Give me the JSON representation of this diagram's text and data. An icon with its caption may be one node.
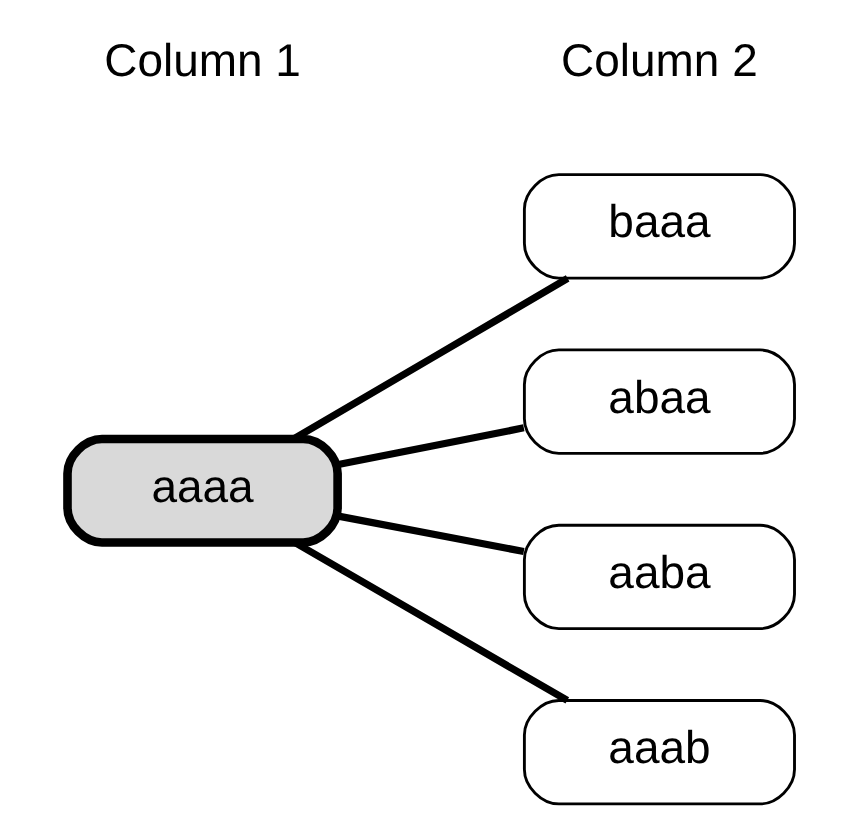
{
  "diagram": {
    "nodes": [
      {
        "text": [
          "aaaa"
        ]
      },
      {
        "text": [
          "baaa"
        ]
      },
      {
        "text": [
          "abaa"
        ]
      },
      {
        "text": [
          "aaba"
        ]
      },
      {
        "text": [
          "aaab"
        ]
      }
    ],
    "edges": [
      {
        "from": 0,
        "to": 1,
        "arrow": "none"
      },
      {
        "from": 0,
        "to": 2,
        "arrow": "none"
      },
      {
        "from": 0,
        "to": 3,
        "arrow": "none"
      },
      {
        "from": 0,
        "to": 4,
        "arrow": "none"
      }
    ],
    "labels": [
      "Column 1",
      "Column 2"
    ]
  }
}
